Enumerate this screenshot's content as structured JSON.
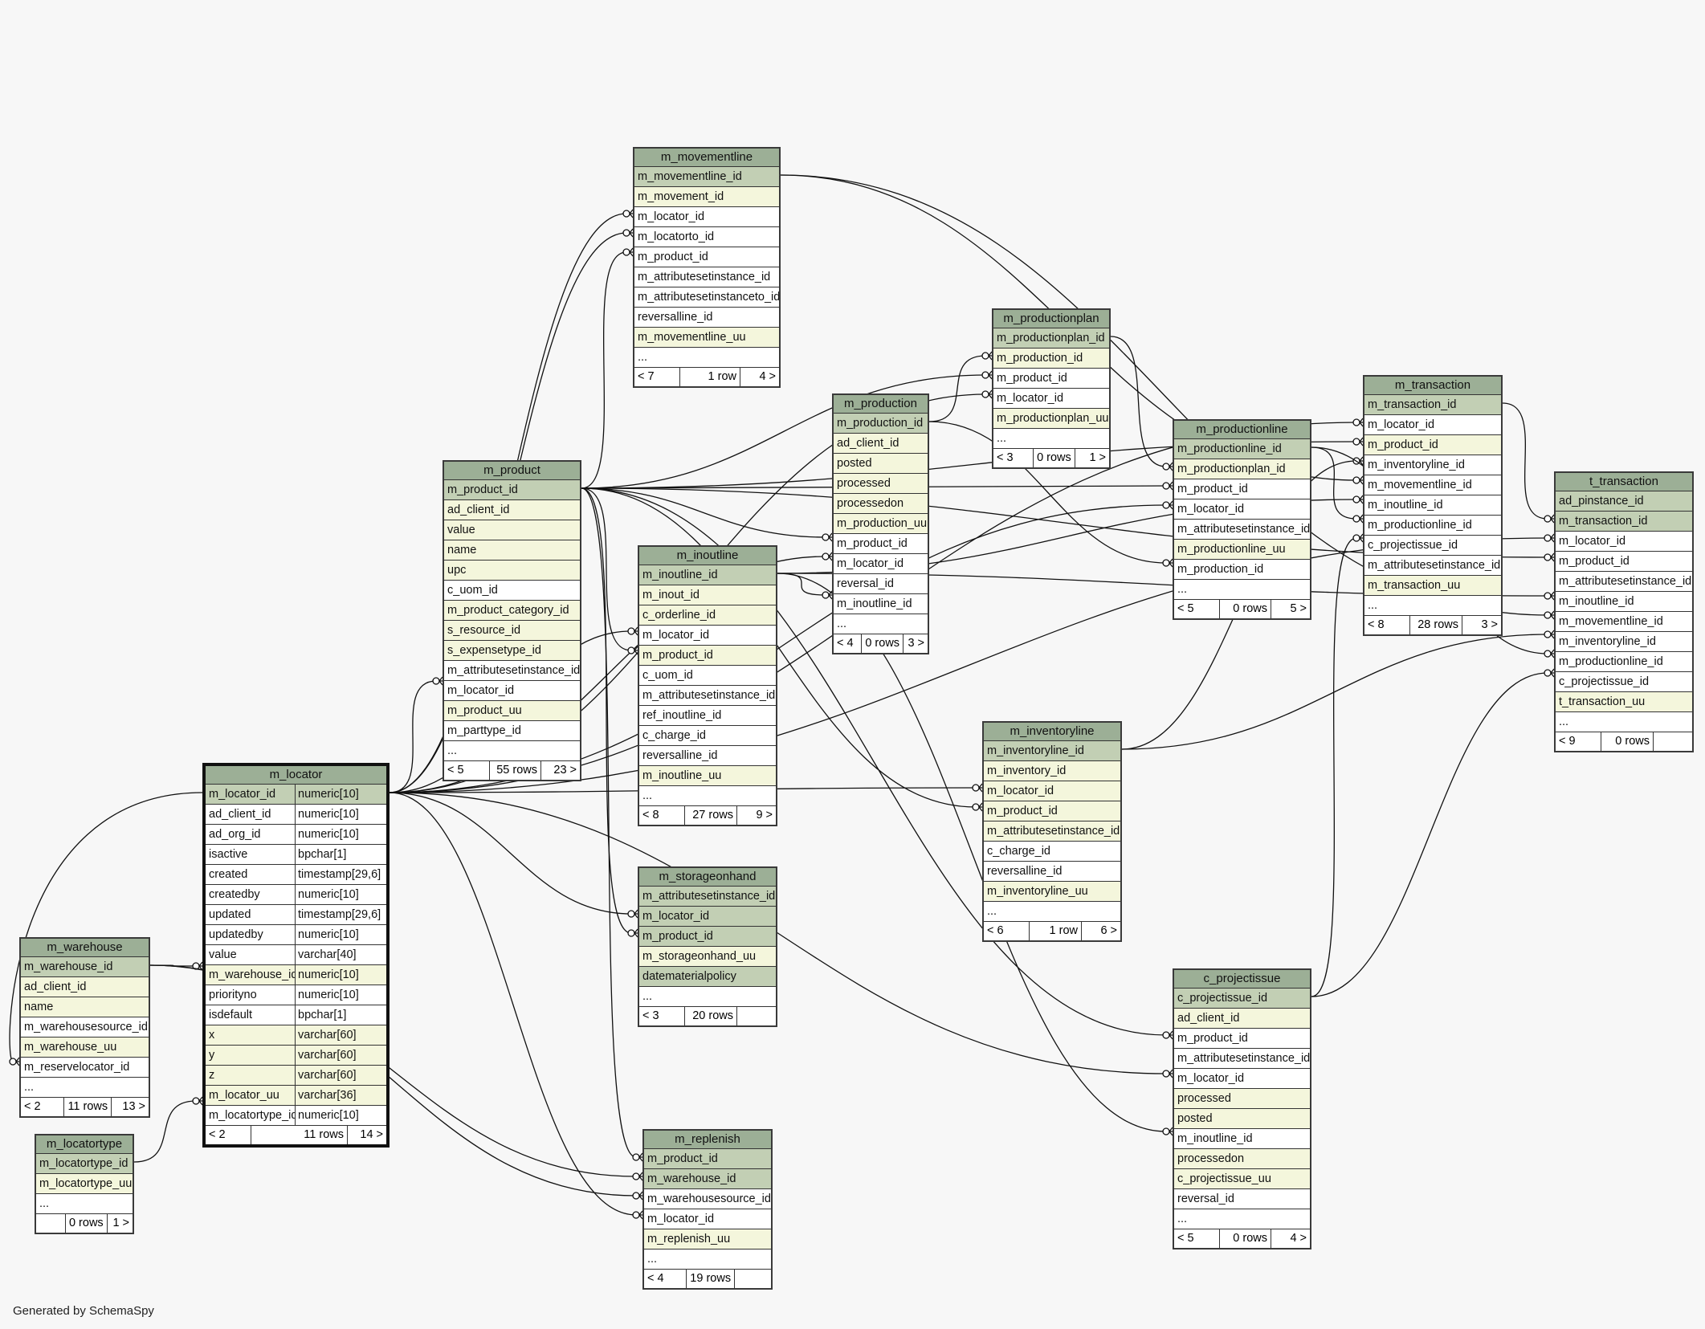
{
  "footer": "Generated by SchemaSpy",
  "tables": {
    "m_movementline": {
      "name": "m_movementline",
      "cols": [
        {
          "n": "m_movementline_id",
          "k": "pk"
        },
        {
          "n": "m_movement_id",
          "k": "idx"
        },
        {
          "n": "m_locator_id",
          "k": "plain"
        },
        {
          "n": "m_locatorto_id",
          "k": "plain"
        },
        {
          "n": "m_product_id",
          "k": "plain"
        },
        {
          "n": "m_attributesetinstance_id",
          "k": "plain"
        },
        {
          "n": "m_attributesetinstanceto_id",
          "k": "plain"
        },
        {
          "n": "reversalline_id",
          "k": "plain"
        },
        {
          "n": "m_movementline_uu",
          "k": "idx"
        },
        {
          "n": "...",
          "k": "plain"
        }
      ],
      "foot": [
        "< 7",
        "1 row",
        "4 >"
      ]
    },
    "m_productionplan": {
      "name": "m_productionplan",
      "cols": [
        {
          "n": "m_productionplan_id",
          "k": "pk"
        },
        {
          "n": "m_production_id",
          "k": "idx"
        },
        {
          "n": "m_product_id",
          "k": "plain"
        },
        {
          "n": "m_locator_id",
          "k": "plain"
        },
        {
          "n": "m_productionplan_uu",
          "k": "idx"
        },
        {
          "n": "...",
          "k": "plain"
        }
      ],
      "foot": [
        "< 3",
        "0 rows",
        "1 >"
      ]
    },
    "m_production": {
      "name": "m_production",
      "cols": [
        {
          "n": "m_production_id",
          "k": "pk"
        },
        {
          "n": "ad_client_id",
          "k": "idx"
        },
        {
          "n": "posted",
          "k": "idx"
        },
        {
          "n": "processed",
          "k": "idx"
        },
        {
          "n": "processedon",
          "k": "idx"
        },
        {
          "n": "m_production_uu",
          "k": "idx"
        },
        {
          "n": "m_product_id",
          "k": "plain"
        },
        {
          "n": "m_locator_id",
          "k": "plain"
        },
        {
          "n": "reversal_id",
          "k": "plain"
        },
        {
          "n": "m_inoutline_id",
          "k": "plain"
        },
        {
          "n": "...",
          "k": "plain"
        }
      ],
      "foot": [
        "< 4",
        "0 rows",
        "3 >"
      ]
    },
    "m_productionline": {
      "name": "m_productionline",
      "cols": [
        {
          "n": "m_productionline_id",
          "k": "pk"
        },
        {
          "n": "m_productionplan_id",
          "k": "idx"
        },
        {
          "n": "m_product_id",
          "k": "plain"
        },
        {
          "n": "m_locator_id",
          "k": "plain"
        },
        {
          "n": "m_attributesetinstance_id",
          "k": "plain"
        },
        {
          "n": "m_productionline_uu",
          "k": "idx"
        },
        {
          "n": "m_production_id",
          "k": "plain"
        },
        {
          "n": "...",
          "k": "plain"
        }
      ],
      "foot": [
        "< 5",
        "0 rows",
        "5 >"
      ]
    },
    "m_transaction": {
      "name": "m_transaction",
      "cols": [
        {
          "n": "m_transaction_id",
          "k": "pk"
        },
        {
          "n": "m_locator_id",
          "k": "plain"
        },
        {
          "n": "m_product_id",
          "k": "idx"
        },
        {
          "n": "m_inventoryline_id",
          "k": "plain"
        },
        {
          "n": "m_movementline_id",
          "k": "plain"
        },
        {
          "n": "m_inoutline_id",
          "k": "plain"
        },
        {
          "n": "m_productionline_id",
          "k": "plain"
        },
        {
          "n": "c_projectissue_id",
          "k": "plain"
        },
        {
          "n": "m_attributesetinstance_id",
          "k": "plain"
        },
        {
          "n": "m_transaction_uu",
          "k": "idx"
        },
        {
          "n": "...",
          "k": "plain"
        }
      ],
      "foot": [
        "< 8",
        "28 rows",
        "3 >"
      ]
    },
    "t_transaction": {
      "name": "t_transaction",
      "cols": [
        {
          "n": "ad_pinstance_id",
          "k": "pk"
        },
        {
          "n": "m_transaction_id",
          "k": "pk"
        },
        {
          "n": "m_locator_id",
          "k": "plain"
        },
        {
          "n": "m_product_id",
          "k": "plain"
        },
        {
          "n": "m_attributesetinstance_id",
          "k": "plain"
        },
        {
          "n": "m_inoutline_id",
          "k": "plain"
        },
        {
          "n": "m_movementline_id",
          "k": "plain"
        },
        {
          "n": "m_inventoryline_id",
          "k": "plain"
        },
        {
          "n": "m_productionline_id",
          "k": "plain"
        },
        {
          "n": "c_projectissue_id",
          "k": "plain"
        },
        {
          "n": "t_transaction_uu",
          "k": "idx"
        },
        {
          "n": "...",
          "k": "plain"
        }
      ],
      "foot": [
        "< 9",
        "0 rows",
        ""
      ]
    },
    "m_product": {
      "name": "m_product",
      "cols": [
        {
          "n": "m_product_id",
          "k": "pk"
        },
        {
          "n": "ad_client_id",
          "k": "idx"
        },
        {
          "n": "value",
          "k": "idx"
        },
        {
          "n": "name",
          "k": "idx"
        },
        {
          "n": "upc",
          "k": "idx"
        },
        {
          "n": "c_uom_id",
          "k": "plain"
        },
        {
          "n": "m_product_category_id",
          "k": "idx"
        },
        {
          "n": "s_resource_id",
          "k": "idx"
        },
        {
          "n": "s_expensetype_id",
          "k": "idx"
        },
        {
          "n": "m_attributesetinstance_id",
          "k": "plain"
        },
        {
          "n": "m_locator_id",
          "k": "plain"
        },
        {
          "n": "m_product_uu",
          "k": "idx"
        },
        {
          "n": "m_parttype_id",
          "k": "plain"
        },
        {
          "n": "...",
          "k": "plain"
        }
      ],
      "foot": [
        "< 5",
        "55 rows",
        "23 >"
      ]
    },
    "m_inoutline": {
      "name": "m_inoutline",
      "cols": [
        {
          "n": "m_inoutline_id",
          "k": "pk"
        },
        {
          "n": "m_inout_id",
          "k": "idx"
        },
        {
          "n": "c_orderline_id",
          "k": "idx"
        },
        {
          "n": "m_locator_id",
          "k": "plain"
        },
        {
          "n": "m_product_id",
          "k": "idx"
        },
        {
          "n": "c_uom_id",
          "k": "plain"
        },
        {
          "n": "m_attributesetinstance_id",
          "k": "plain"
        },
        {
          "n": "ref_inoutline_id",
          "k": "plain"
        },
        {
          "n": "c_charge_id",
          "k": "plain"
        },
        {
          "n": "reversalline_id",
          "k": "plain"
        },
        {
          "n": "m_inoutline_uu",
          "k": "idx"
        },
        {
          "n": "...",
          "k": "plain"
        }
      ],
      "foot": [
        "< 8",
        "27 rows",
        "9 >"
      ]
    },
    "m_locator": {
      "name": "m_locator",
      "cols": [
        {
          "n": "m_locator_id",
          "t": "numeric[10]",
          "k": "pk"
        },
        {
          "n": "ad_client_id",
          "t": "numeric[10]",
          "k": "plain"
        },
        {
          "n": "ad_org_id",
          "t": "numeric[10]",
          "k": "plain"
        },
        {
          "n": "isactive",
          "t": "bpchar[1]",
          "k": "plain"
        },
        {
          "n": "created",
          "t": "timestamp[29,6]",
          "k": "plain"
        },
        {
          "n": "createdby",
          "t": "numeric[10]",
          "k": "plain"
        },
        {
          "n": "updated",
          "t": "timestamp[29,6]",
          "k": "plain"
        },
        {
          "n": "updatedby",
          "t": "numeric[10]",
          "k": "plain"
        },
        {
          "n": "value",
          "t": "varchar[40]",
          "k": "plain"
        },
        {
          "n": "m_warehouse_id",
          "t": "numeric[10]",
          "k": "idx"
        },
        {
          "n": "priorityno",
          "t": "numeric[10]",
          "k": "plain"
        },
        {
          "n": "isdefault",
          "t": "bpchar[1]",
          "k": "plain"
        },
        {
          "n": "x",
          "t": "varchar[60]",
          "k": "idx"
        },
        {
          "n": "y",
          "t": "varchar[60]",
          "k": "idx"
        },
        {
          "n": "z",
          "t": "varchar[60]",
          "k": "idx"
        },
        {
          "n": "m_locator_uu",
          "t": "varchar[36]",
          "k": "idx"
        },
        {
          "n": "m_locatortype_id",
          "t": "numeric[10]",
          "k": "plain"
        }
      ],
      "foot": [
        "< 2",
        "11 rows",
        "14 >"
      ]
    },
    "m_storageonhand": {
      "name": "m_storageonhand",
      "cols": [
        {
          "n": "m_attributesetinstance_id",
          "k": "pk"
        },
        {
          "n": "m_locator_id",
          "k": "pk"
        },
        {
          "n": "m_product_id",
          "k": "pk"
        },
        {
          "n": "m_storageonhand_uu",
          "k": "idx"
        },
        {
          "n": "datematerialpolicy",
          "k": "pk"
        },
        {
          "n": "...",
          "k": "plain"
        }
      ],
      "foot": [
        "< 3",
        "20 rows",
        ""
      ]
    },
    "m_inventoryline": {
      "name": "m_inventoryline",
      "cols": [
        {
          "n": "m_inventoryline_id",
          "k": "pk"
        },
        {
          "n": "m_inventory_id",
          "k": "idx"
        },
        {
          "n": "m_locator_id",
          "k": "idx"
        },
        {
          "n": "m_product_id",
          "k": "idx"
        },
        {
          "n": "m_attributesetinstance_id",
          "k": "idx"
        },
        {
          "n": "c_charge_id",
          "k": "plain"
        },
        {
          "n": "reversalline_id",
          "k": "plain"
        },
        {
          "n": "m_inventoryline_uu",
          "k": "idx"
        },
        {
          "n": "...",
          "k": "plain"
        }
      ],
      "foot": [
        "< 6",
        "1 row",
        "6 >"
      ]
    },
    "m_warehouse": {
      "name": "m_warehouse",
      "cols": [
        {
          "n": "m_warehouse_id",
          "k": "pk"
        },
        {
          "n": "ad_client_id",
          "k": "idx"
        },
        {
          "n": "name",
          "k": "idx"
        },
        {
          "n": "m_warehousesource_id",
          "k": "plain"
        },
        {
          "n": "m_warehouse_uu",
          "k": "idx"
        },
        {
          "n": "m_reservelocator_id",
          "k": "plain"
        },
        {
          "n": "...",
          "k": "plain"
        }
      ],
      "foot": [
        "< 2",
        "11 rows",
        "13 >"
      ]
    },
    "m_locatortype": {
      "name": "m_locatortype",
      "cols": [
        {
          "n": "m_locatortype_id",
          "k": "pk"
        },
        {
          "n": "m_locatortype_uu",
          "k": "idx"
        },
        {
          "n": "...",
          "k": "plain"
        }
      ],
      "foot": [
        "",
        "0 rows",
        "1 >"
      ]
    },
    "c_projectissue": {
      "name": "c_projectissue",
      "cols": [
        {
          "n": "c_projectissue_id",
          "k": "pk"
        },
        {
          "n": "ad_client_id",
          "k": "idx"
        },
        {
          "n": "m_product_id",
          "k": "plain"
        },
        {
          "n": "m_attributesetinstance_id",
          "k": "plain"
        },
        {
          "n": "m_locator_id",
          "k": "plain"
        },
        {
          "n": "processed",
          "k": "idx"
        },
        {
          "n": "posted",
          "k": "idx"
        },
        {
          "n": "m_inoutline_id",
          "k": "plain"
        },
        {
          "n": "processedon",
          "k": "idx"
        },
        {
          "n": "c_projectissue_uu",
          "k": "idx"
        },
        {
          "n": "reversal_id",
          "k": "plain"
        },
        {
          "n": "...",
          "k": "plain"
        }
      ],
      "foot": [
        "< 5",
        "0 rows",
        "4 >"
      ]
    },
    "m_replenish": {
      "name": "m_replenish",
      "cols": [
        {
          "n": "m_product_id",
          "k": "pk"
        },
        {
          "n": "m_warehouse_id",
          "k": "pk"
        },
        {
          "n": "m_warehousesource_id",
          "k": "plain"
        },
        {
          "n": "m_locator_id",
          "k": "plain"
        },
        {
          "n": "m_replenish_uu",
          "k": "idx"
        },
        {
          "n": "...",
          "k": "plain"
        }
      ],
      "foot": [
        "< 4",
        "19 rows",
        ""
      ]
    }
  }
}
